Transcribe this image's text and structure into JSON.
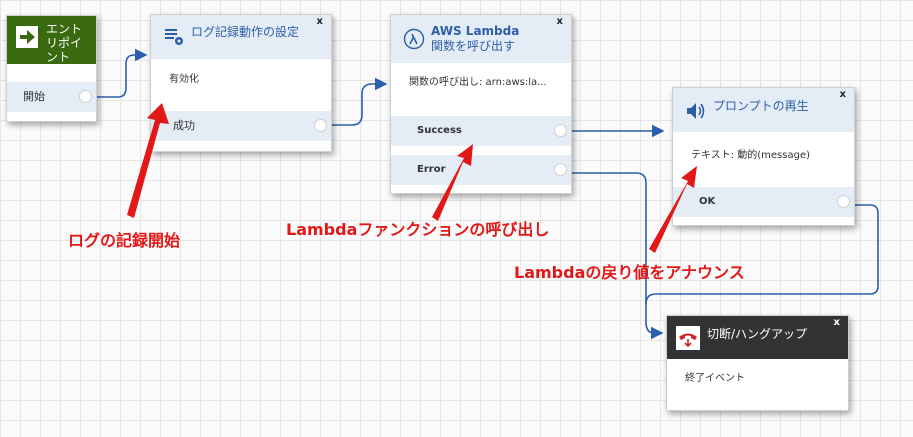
{
  "entry": {
    "title": "エントリポイント",
    "branch": "開始"
  },
  "log_block": {
    "title": "ログ記録動作の設定",
    "close": "x",
    "body": "有効化",
    "branch": "成功"
  },
  "lambda_block": {
    "title_line1": "AWS Lambda",
    "title_line2": "関数を呼び出す",
    "close": "x",
    "body": "関数の呼び出し: arn:aws:la...",
    "branch_success": "Success",
    "branch_error": "Error"
  },
  "prompt_block": {
    "title": "プロンプトの再生",
    "close": "x",
    "body": "テキスト: 動的(message)",
    "branch": "OK"
  },
  "hangup_block": {
    "title": "切断/ハングアップ",
    "close": "x",
    "body": "終了イベント"
  },
  "annotations": {
    "log_start": "ログの記録開始",
    "lambda_call": "Lambdaファンクションの呼び出し",
    "lambda_return": "Lambdaの戻り値をアナウンス"
  },
  "colors": {
    "entry_header": "#3a6a0f",
    "hangup_header": "#333333",
    "block_header": "#e4edf6",
    "connector": "#2a5fae",
    "annotation": "#e21818"
  },
  "icons": {
    "entry": "arrow-right-icon",
    "log": "list-gear-icon",
    "lambda": "lambda-icon",
    "prompt": "speaker-icon",
    "hangup": "phone-hangup-icon"
  }
}
